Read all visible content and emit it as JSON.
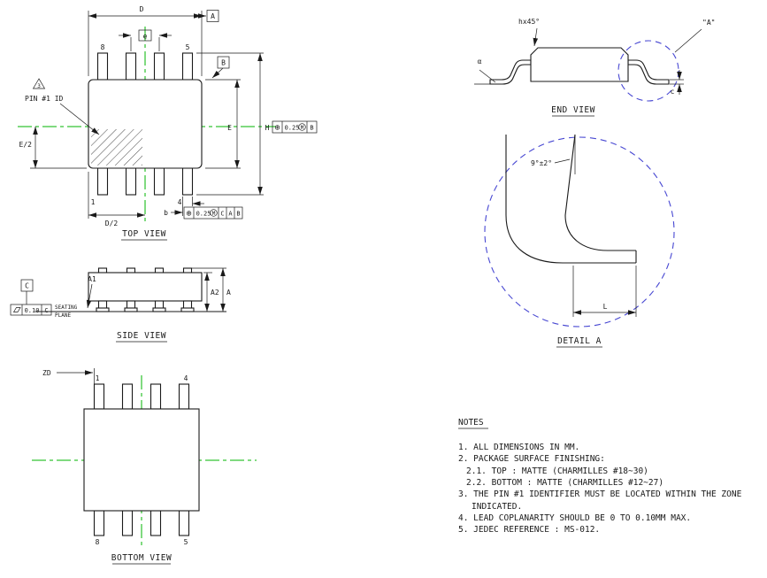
{
  "colors": {
    "line": "#1a1a1a",
    "centerline": "#00b400",
    "detail_circle": "#4747d2"
  },
  "top_view": {
    "title": "TOP VIEW",
    "dims": {
      "D": "D",
      "e": "e",
      "E": "E",
      "H": "H",
      "E_half": "E/2",
      "D_half": "D/2",
      "b": "b"
    },
    "pins": {
      "p8": "8",
      "p5": "5",
      "p1": "1",
      "p4": "4"
    },
    "datums": {
      "A": "A",
      "B": "B"
    },
    "pin1_id": "PIN #1 ID",
    "note_flag": "3",
    "fcf_right": {
      "symbol": "⊕",
      "value": "0.25",
      "modifier": "M",
      "ref1": "B"
    },
    "fcf_bottom": {
      "symbol": "⊕",
      "value": "0.25",
      "modifier": "M",
      "ref1": "C",
      "ref2": "A",
      "ref3": "B"
    }
  },
  "side_view": {
    "title": "SIDE VIEW",
    "dims": {
      "A": "A",
      "A1": "A1",
      "A2": "A2"
    },
    "datum_c": "C",
    "flatness": {
      "value": "0.10",
      "ref": "C"
    },
    "seating_plane": [
      "SEATING",
      "PLANE"
    ]
  },
  "bottom_view": {
    "title": "BOTTOM VIEW",
    "dim_zd": "ZD",
    "pins": {
      "p1": "1",
      "p4": "4",
      "p8": "8",
      "p5": "5"
    }
  },
  "end_view": {
    "title": "END VIEW",
    "chamfer": "hx45°",
    "alpha": "α",
    "c": "c",
    "detail_ref": "\"A\""
  },
  "detail_a": {
    "title": "DETAIL A",
    "angle": "9°±2°",
    "L": "L"
  },
  "notes": {
    "heading": "NOTES",
    "lines": [
      "1. ALL DIMENSIONS IN MM.",
      "2. PACKAGE SURFACE FINISHING:",
      "2.1. TOP : MATTE (CHARMILLES #18~30)",
      "2.2. BOTTOM : MATTE (CHARMILLES #12~27)",
      "3. THE PIN #1 IDENTIFIER MUST BE LOCATED WITHIN THE ZONE",
      "INDICATED.",
      "4. LEAD COPLANARITY SHOULD BE 0 TO 0.10MM MAX.",
      "5. JEDEC REFERENCE : MS-012."
    ]
  }
}
